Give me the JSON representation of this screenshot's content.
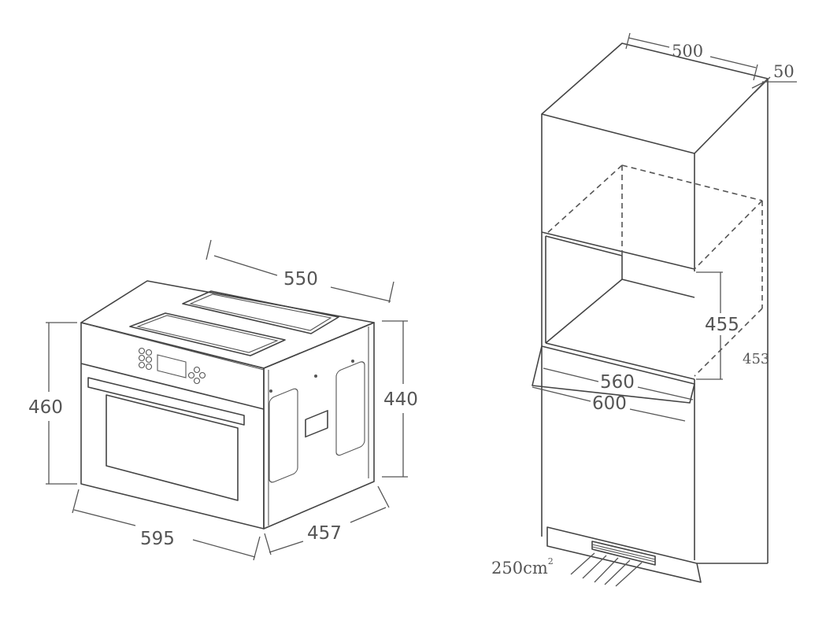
{
  "oven": {
    "depth_top": "550",
    "height_front": "460",
    "height_side": "440",
    "width": "595",
    "depth_side": "457"
  },
  "cabinet": {
    "depth": "500",
    "gap": "50",
    "niche_height": "455",
    "niche_width_inner": "560",
    "niche_width_outer": "600",
    "side_label": "453",
    "vent_area": "250cm",
    "vent_area_exponent": "2"
  }
}
